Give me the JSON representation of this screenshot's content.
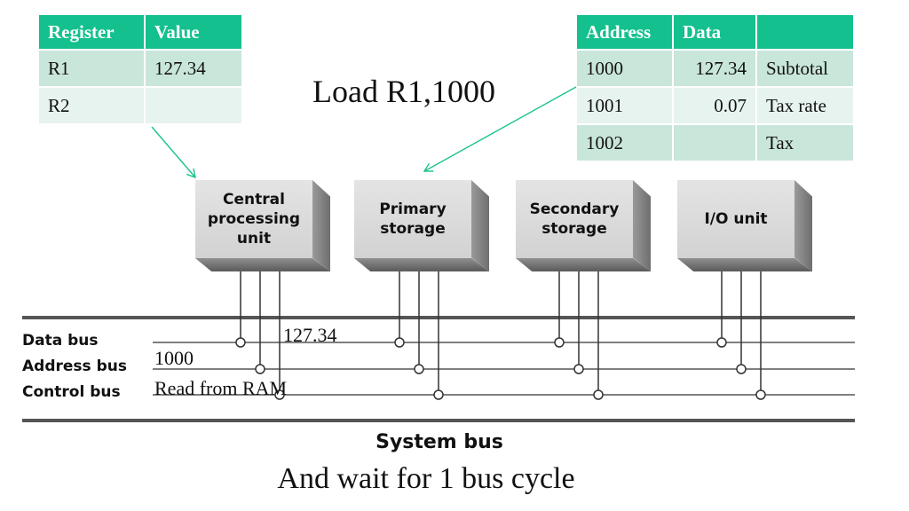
{
  "register_table": {
    "headers": [
      "Register",
      "Value"
    ],
    "rows": [
      [
        "R1",
        "127.34"
      ],
      [
        "R2",
        ""
      ]
    ]
  },
  "memory_table": {
    "headers": [
      "Address",
      "Data",
      ""
    ],
    "rows": [
      [
        "1000",
        "127.34",
        "Subtotal"
      ],
      [
        "1001",
        "0.07",
        "Tax rate"
      ],
      [
        "1002",
        "",
        "Tax"
      ]
    ]
  },
  "instruction": "Load R1,1000",
  "components": [
    {
      "label_lines": [
        "Central",
        "processing",
        "unit"
      ]
    },
    {
      "label_lines": [
        "Primary",
        "storage"
      ]
    },
    {
      "label_lines": [
        "Secondary",
        "storage"
      ]
    },
    {
      "label_lines": [
        "I/O unit"
      ]
    }
  ],
  "buses": {
    "data_bus": {
      "label": "Data bus",
      "value": "127.34"
    },
    "address_bus": {
      "label": "Address bus",
      "value": "1000"
    },
    "control_bus": {
      "label": "Control bus",
      "value": "Read from RAM"
    }
  },
  "system_bus_title": "System bus",
  "caption": "And wait for 1 bus cycle",
  "colors": {
    "accent": "#14c08e",
    "arrow": "#1cc391",
    "row_dark": "#c9e6da",
    "row_light": "#e6f3ee"
  }
}
